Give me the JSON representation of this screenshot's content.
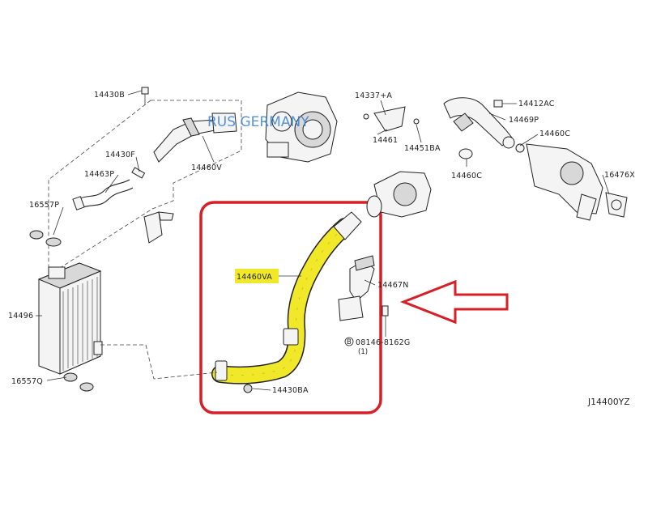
{
  "diagram": {
    "watermark": "RUS GERMANY",
    "diagram_code": "J14400YZ",
    "highlight_color": "#f2e82a",
    "frame_color": "#d61f26",
    "arrow_color": "#d61f26",
    "watermark_color": "#3a7fd1",
    "labels": {
      "p14430B_top": "14430B",
      "p14430F": "14430F",
      "p14463P": "14463P",
      "p16557P": "16557P",
      "p14496": "14496",
      "p16557Q": "16557Q",
      "p14460V": "14460V",
      "p14337A": "14337+A",
      "p14461": "14461",
      "p14451BA": "14451BA",
      "p14412AC": "14412AC",
      "p14469P": "14469P",
      "p14460C_right": "14460C",
      "p14460C_left": "14460C",
      "p16476X": "16476X",
      "p14460VA": "14460VA",
      "p14467N": "14467N",
      "p08146_prefix": "B",
      "p08146": "08146-8162G",
      "p08146_qty": "(1)",
      "p14430BA": "14430BA"
    }
  }
}
